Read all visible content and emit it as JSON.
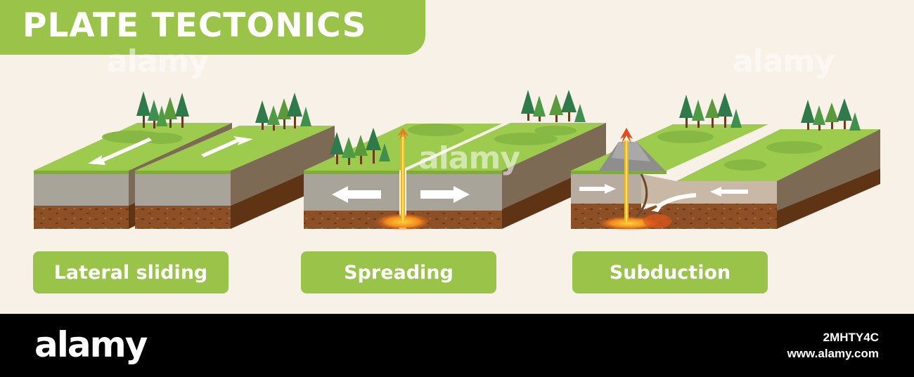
{
  "title": "PLATE TECTONICS",
  "panels": [
    {
      "label": "Lateral sliding"
    },
    {
      "label": "Spreading"
    },
    {
      "label": "Subduction"
    }
  ],
  "watermarks": [
    "alamy",
    "alamy",
    "alamy"
  ],
  "footer": {
    "logo": "alamy",
    "image_id": "2MHTY4C",
    "url": "www.alamy.com"
  },
  "colors": {
    "accent_green": "#9ac34a",
    "grass": "#9ccb4e",
    "rock_gray": "#a8a49a",
    "soil_brown": "#8a4f25",
    "lava": "#f2a21d",
    "background": "#f8f1e8"
  }
}
